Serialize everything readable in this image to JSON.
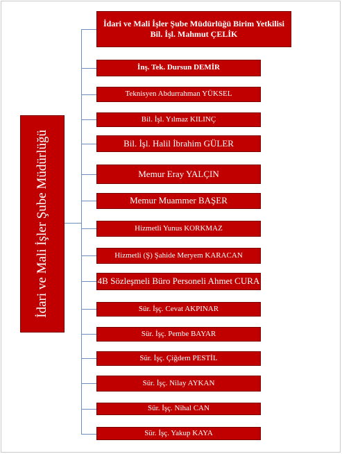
{
  "root": {
    "label": "İdari ve Mali İşler Şube Müdürlüğü"
  },
  "head": {
    "line1": "İdari ve Mali İşler Şube Müdürlüğü Birim Yetkilisi",
    "line2": "Bil. İşl. Mahmut ÇELİK"
  },
  "staff": [
    "İnş. Tek. Dursun DEMİR",
    "Teknisyen Abdurrahman YÜKSEL",
    "Bil. İşl. Yılmaz KILINÇ",
    "Bil. İşl. Halil İbrahim GÜLER",
    "Memur Eray YALÇIN",
    "Memur Muammer BAŞER",
    "Hizmetli Yunus KORKMAZ",
    "Hizmetli (Ş) Şahide Meryem KARACAN",
    "4B Sözleşmeli Büro Personeli Ahmet CURA",
    "Sür. İşç. Cevat AKPINAR",
    "Sür. İşç. Pembe BAYAR",
    "Sür. İşç. Çiğdem PESTİL",
    "Sür. İşç. Nilay AYKAN",
    "Sür. İşç. Nihal CAN",
    "Sür. İşç. Yakup KAYA"
  ],
  "colors": {
    "box": "#c00000",
    "connector": "#6c8ebf"
  }
}
